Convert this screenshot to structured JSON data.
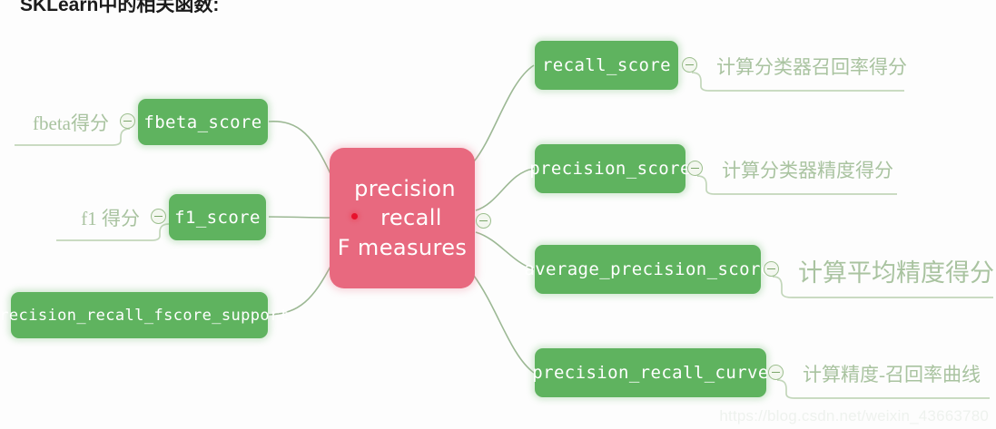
{
  "title": "SKLearn中的相关函数:",
  "center": {
    "name": "central-topic",
    "lines": [
      "precision",
      "recall",
      "F measures"
    ],
    "color": "#e8697f",
    "bullet_color": "#e8112d"
  },
  "colors": {
    "node_green": "#5fb35f",
    "node_pink": "#e8697f",
    "connector": "#9cb894",
    "annotation_text": "#a9c3a0",
    "toggle_border": "#9dbf8f"
  },
  "left_branches": [
    {
      "label": "fbeta_score",
      "annotation": "fbeta得分"
    },
    {
      "label": "f1_score",
      "annotation": "f1 得分"
    },
    {
      "label": "precision_recall_fscore_support",
      "annotation": ""
    }
  ],
  "right_branches": [
    {
      "label": "recall_score",
      "annotation": "计算分类器召回率得分"
    },
    {
      "label": "precision_score",
      "annotation": "计算分类器精度得分"
    },
    {
      "label": "average_precision_score",
      "annotation": "计算平均精度得分"
    },
    {
      "label": "precision_recall_curve",
      "annotation": "计算精度-召回率曲线"
    }
  ],
  "toggle_icon": "collapse-minus-icon",
  "watermark": "https://blog.csdn.net/weixin_43663780"
}
